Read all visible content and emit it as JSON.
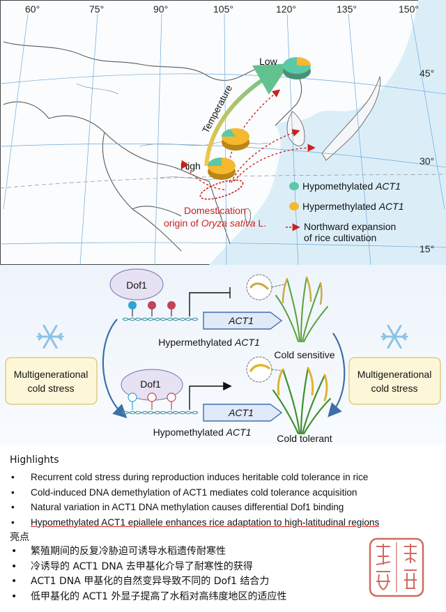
{
  "map": {
    "longitudes": [
      "60°",
      "75°",
      "90°",
      "105°",
      "120°",
      "135°",
      "150°"
    ],
    "latitudes": [
      "45°",
      "30°",
      "15°"
    ],
    "temperature_label": "Temperature",
    "low_label": "Low",
    "high_label": "High",
    "origin_line1": "Domestication",
    "origin_line2_prefix": "origin of ",
    "origin_species": "Oryza sativa",
    "origin_suffix": " L.",
    "legend": {
      "hypo_prefix": "Hypomethylated ",
      "hyper_prefix": "Hypermethylated ",
      "gene": "ACT1",
      "expansion_line1": "Northward expansion",
      "expansion_line2": "of rice cultivation"
    },
    "colors": {
      "hypo": "#5cc8a7",
      "hyper": "#f5b82e",
      "arrow": "#cc1f1f",
      "sea": "#dbeef8"
    }
  },
  "model": {
    "dof1": "Dof1",
    "gene": "ACT1",
    "hyper_prefix": "Hypermethylated ",
    "hypo_prefix": "Hypomethylated ",
    "cold_sensitive": "Cold sensitive",
    "cold_tolerant": "Cold tolerant",
    "stress_line1": "Multigenerational",
    "stress_line2": "cold stress"
  },
  "highlights": {
    "title_en": "Highlights",
    "items_en": [
      "Recurrent cold stress during reproduction induces heritable cold tolerance in rice",
      "Cold-induced DNA demethylation of ACT1 mediates cold tolerance acquisition",
      "Natural variation in ACT1 DNA methylation causes differential Dof1 binding",
      "Hypomethylated ACT1 epiallele enhances rice adaptation to high-latitudinal regions"
    ],
    "title_cn": "亮点",
    "items_cn": [
      "繁殖期间的反复冷胁迫可诱导水稻遗传耐寒性",
      "冷诱导的 ACT1 DNA 去甲基化介导了耐寒性的获得",
      "ACT1 DNA 甲基化的自然变异导致不同的 Dof1 结合力",
      "低甲基化的 ACT1 外显子提高了水稻对高纬度地区的适应性"
    ]
  }
}
